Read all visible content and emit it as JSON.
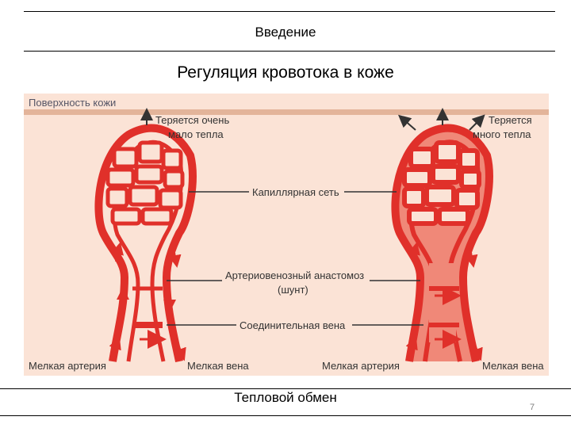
{
  "header": {
    "title": "Введение"
  },
  "slide": {
    "subtitle": "Регуляция кровотока в коже"
  },
  "diagram": {
    "surface_label": "Поверхность кожи",
    "left_loss_line1": "Теряется очень",
    "left_loss_line2": "мало тепла",
    "right_loss_line1": "Теряется",
    "right_loss_line2": "много тепла",
    "capillary_label": "Капиллярная сеть",
    "anastomosis_line1": "Артериовенозный анастомоз",
    "anastomosis_line2": "(шунт)",
    "connecting_vein_label": "Соединительная вена",
    "left_artery_label": "Мелкая артерия",
    "left_vein_label": "Мелкая вена",
    "right_artery_label": "Мелкая артерия",
    "right_vein_label": "Мелкая вена",
    "colors": {
      "background": "#fbe3d6",
      "surface_band": "#e3b49a",
      "vessel_left": "#e0302a",
      "vessel_right_fill": "#f08878",
      "arrow_dark": "#333333"
    }
  },
  "footer": {
    "title": "Тепловой обмен",
    "page_number": "7"
  }
}
